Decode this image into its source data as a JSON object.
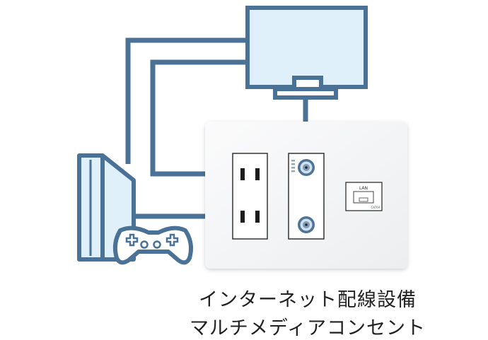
{
  "lan_label": "LAN",
  "lan_brand": "CAT6A",
  "caption": {
    "line1": "インターネット配線設備",
    "line2": "マルチメディアコンセント"
  },
  "colors": {
    "outline": "#4a7196",
    "screen_fill": "#dff0fb",
    "console_fill": "#dff0fb",
    "plate_fill": "#f4f5f6",
    "socket_fill": "#ffffff",
    "caption_text": "#222222"
  }
}
